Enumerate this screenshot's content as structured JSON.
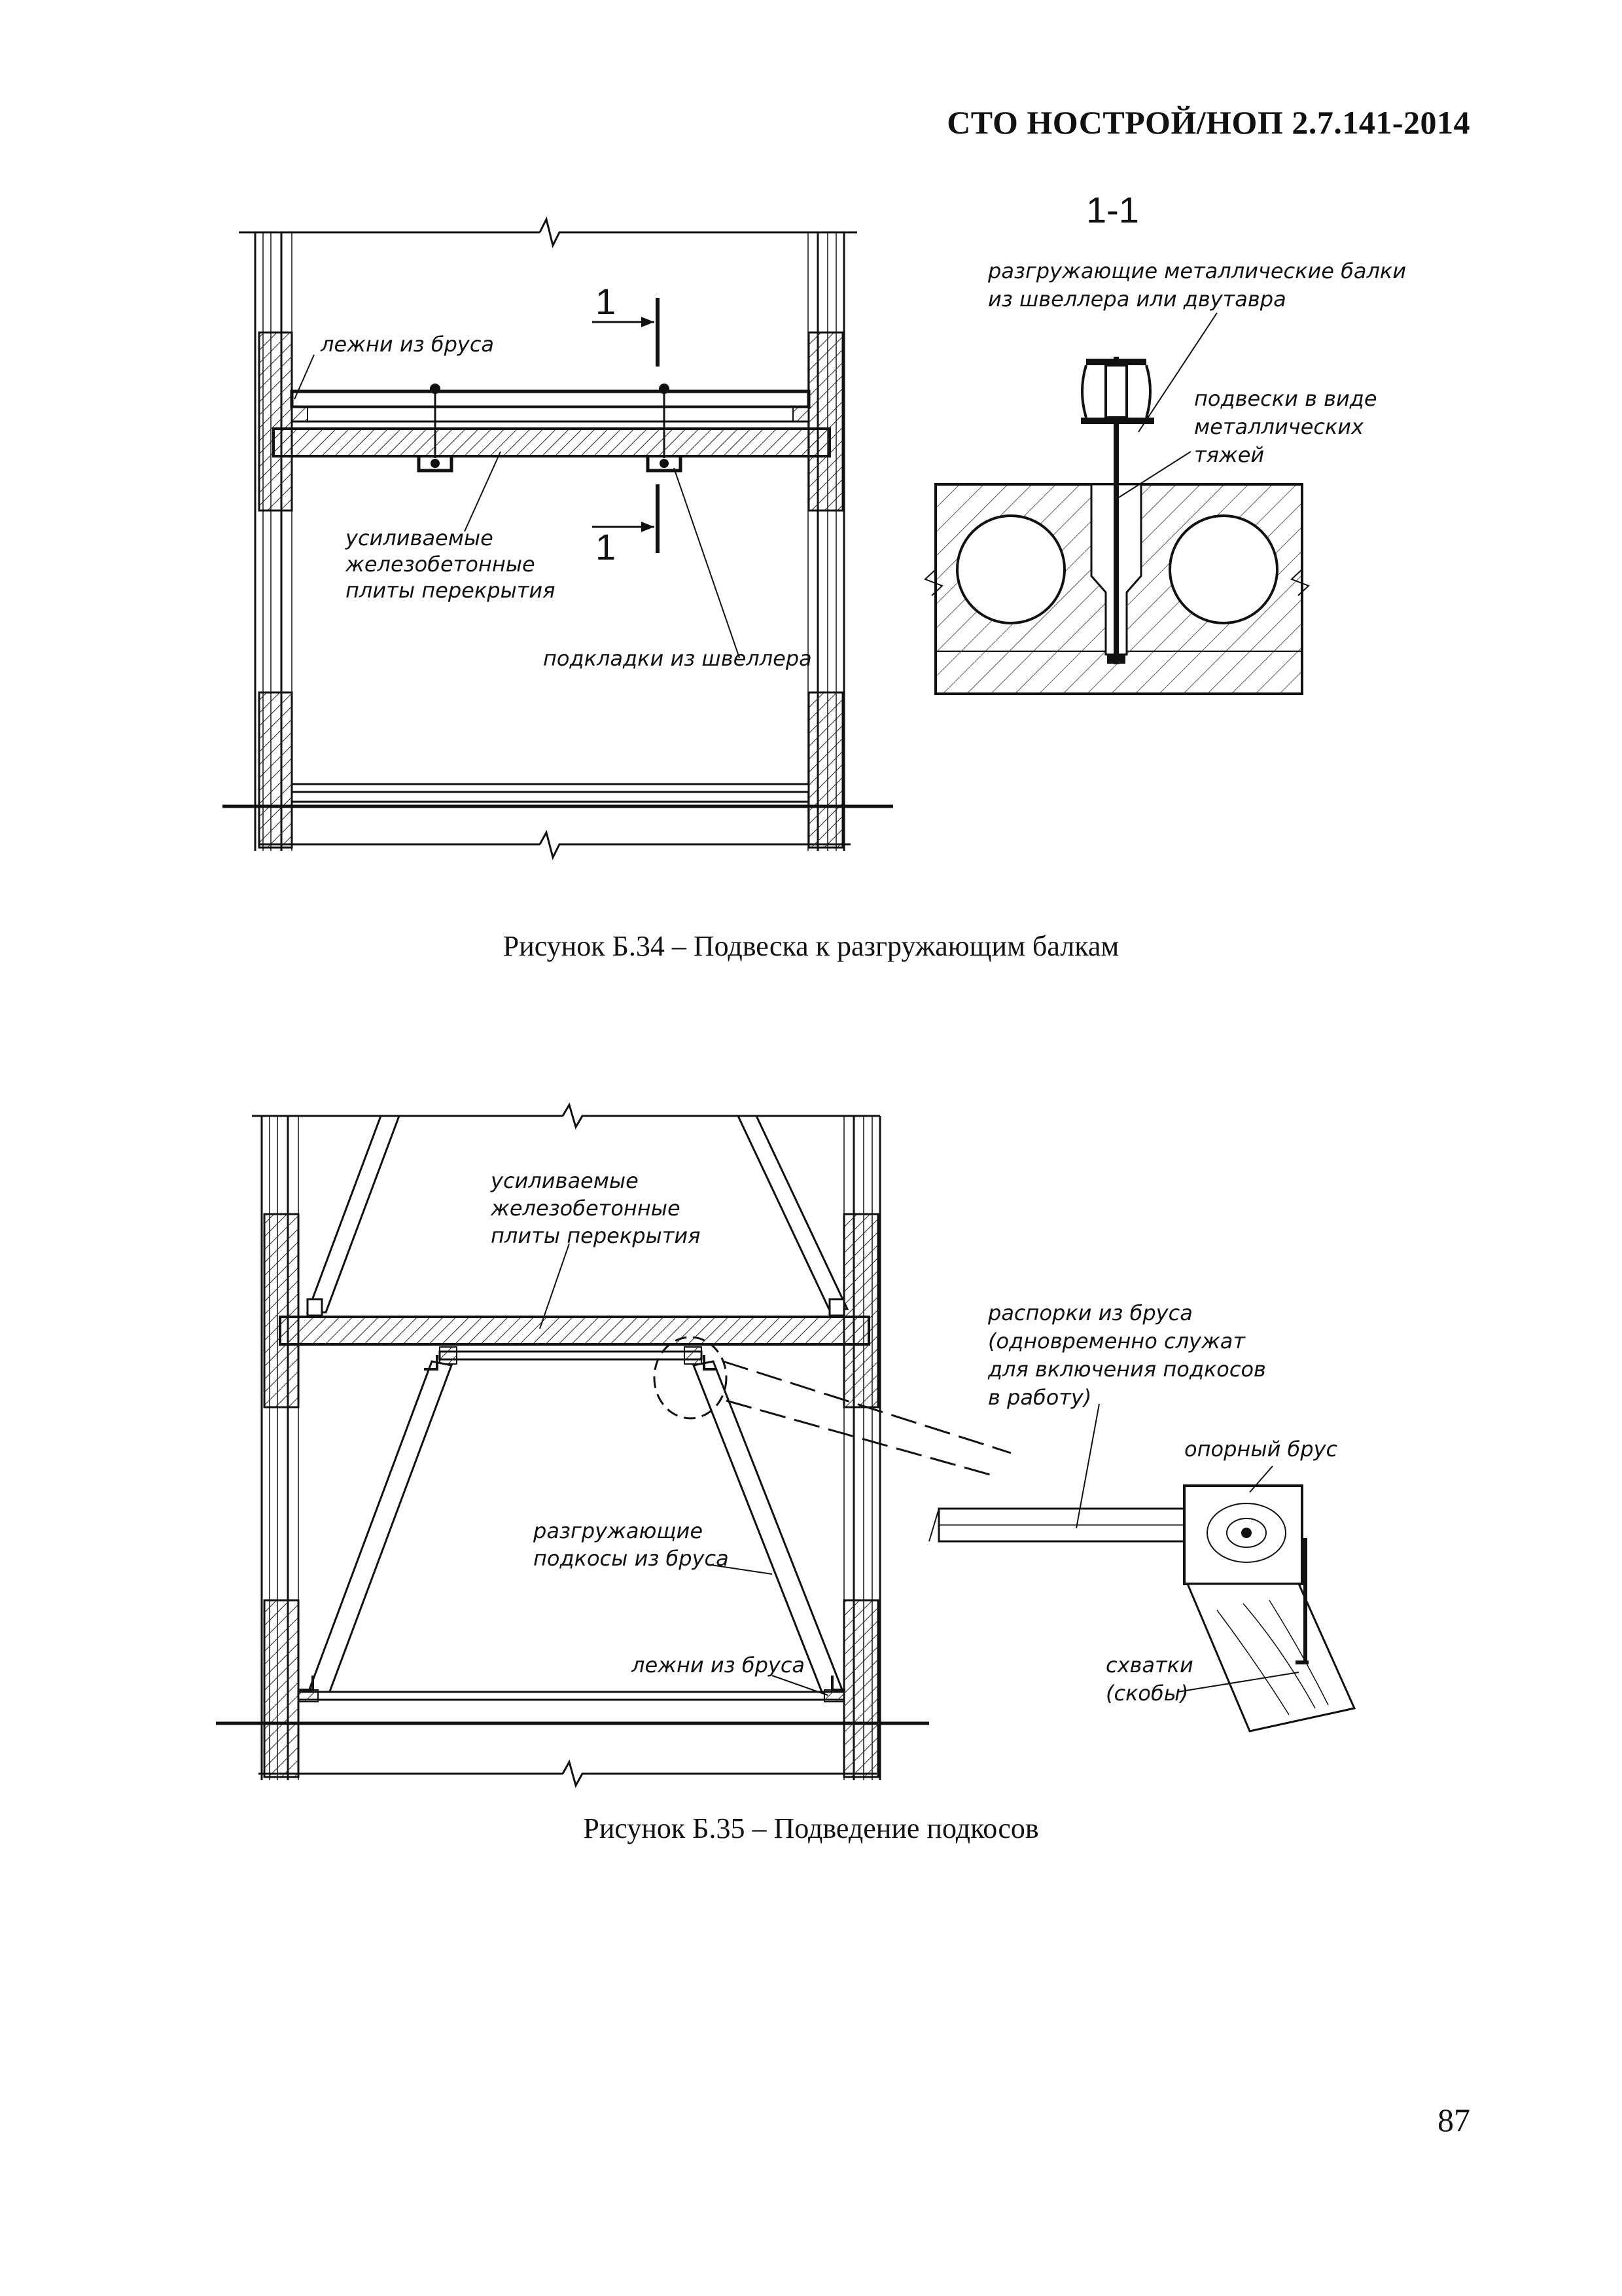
{
  "header": {
    "doc_code": "СТО НОСТРОЙ/НОП 2.7.141-2014"
  },
  "figure_34": {
    "caption": "Рисунок Б.34 – Подвеска к разгружающим балкам",
    "section_mark": "1",
    "section_title": "1-1",
    "labels": {
      "lezhni": "лежни из бруса",
      "plates_1": "усиливаемые",
      "plates_2": "железобетонные",
      "plates_3": "плиты перекрытия",
      "podkladki": "подкладки из швеллера",
      "beams_1": "разгружающие металлические балки",
      "beams_2": "из швеллера или двутавра",
      "podveski_1": "подвески в виде",
      "podveski_2": "металлических",
      "podveski_3": "тяжей"
    }
  },
  "figure_35": {
    "caption": "Рисунок Б.35 – Подведение подкосов",
    "labels": {
      "plates_1": "усиливаемые",
      "plates_2": "железобетонные",
      "plates_3": "плиты перекрытия",
      "rasporki_1": "распорки из бруса",
      "rasporki_2": "(одновременно служат",
      "rasporki_3": "для включения подкосов",
      "rasporki_4": "в работу)",
      "oporny": "опорный брус",
      "podkosy_1": "разгружающие",
      "podkosy_2": "подкосы из бруса",
      "lezhni": "лежни из бруса",
      "skhvatki_1": "схватки",
      "skhvatki_2": "(скобы)"
    }
  },
  "page_number": "87"
}
